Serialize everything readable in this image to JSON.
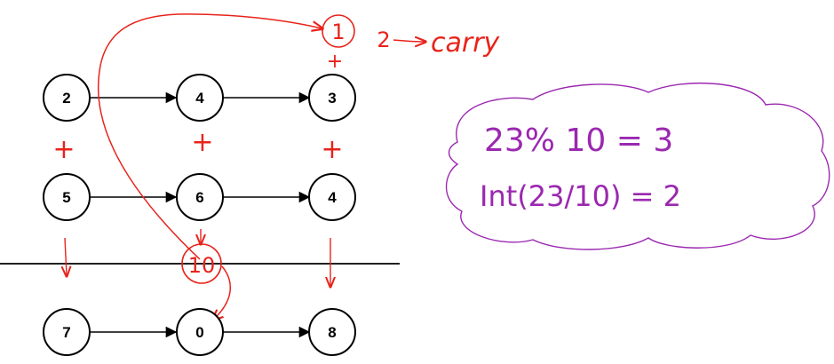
{
  "colors": {
    "node_stroke": "#000000",
    "annotation_red": "#e8231b",
    "annotation_purple": "#9b28b0"
  },
  "lists": {
    "first": [
      "2",
      "4",
      "3"
    ],
    "second": [
      "5",
      "6",
      "4"
    ],
    "result": [
      "7",
      "0",
      "8"
    ]
  },
  "operators": {
    "plus": "+"
  },
  "annotations": {
    "carry_digit": "1",
    "carry_count": "2",
    "carry_label": "carry",
    "intermediate_sum": "10"
  },
  "note": {
    "line1": "23% 10 = 3",
    "line2": "Int(23/10) = 2"
  }
}
